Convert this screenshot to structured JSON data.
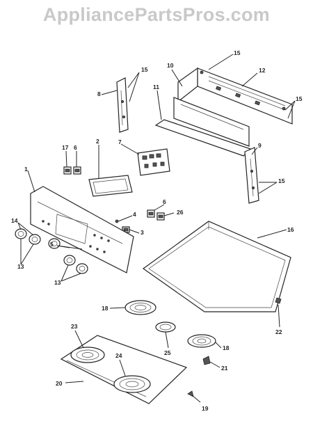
{
  "watermark": "AppliancePartsPros.com",
  "callouts": [
    "1",
    "2",
    "3",
    "4",
    "5",
    "5",
    "6",
    "6",
    "7",
    "8",
    "9",
    "10",
    "11",
    "12",
    "13",
    "13",
    "14",
    "15",
    "15",
    "15",
    "15",
    "15",
    "16",
    "17",
    "18",
    "18",
    "19",
    "20",
    "21",
    "22",
    "23",
    "24",
    "25",
    "26"
  ]
}
